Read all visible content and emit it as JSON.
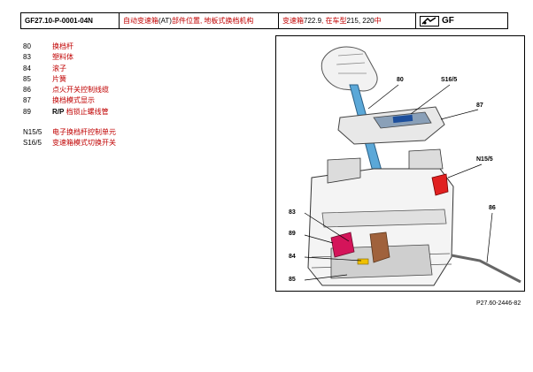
{
  "header": {
    "doc_id": "GF27.10-P-0001-04N",
    "title_pre": "自动变速箱",
    "title_at": "(AT)",
    "title_post": "部件位置, 地板式换档机构",
    "gearbox_pre": "变速箱 ",
    "gearbox_num": "722.9",
    "gearbox_mid": ", 在车型 ",
    "gearbox_models": "215, 220",
    "gearbox_post": " 中",
    "badge": "GF"
  },
  "legend": [
    {
      "num": "80",
      "label": "换档杆"
    },
    {
      "num": "83",
      "label": "塑料体"
    },
    {
      "num": "84",
      "label": "滚子"
    },
    {
      "num": "85",
      "label": "片簧"
    },
    {
      "num": "86",
      "label": "点火开关控制线缆"
    },
    {
      "num": "87",
      "label": "换档模式显示"
    },
    {
      "num": "89",
      "label_prefix": "R/P",
      "label": " 档锁止螺线管"
    },
    {
      "num": "N15/5",
      "label": "电子换档杆控制单元"
    },
    {
      "num": "S16/5",
      "label": "变速箱模式切换开关"
    }
  ],
  "figure": {
    "callouts": [
      "80",
      "S16/5",
      "87",
      "N15/5",
      "86",
      "83",
      "89",
      "84",
      "85"
    ],
    "reference": "P27.60-2446-82"
  },
  "colors": {
    "accent_red": "#c00000",
    "lever_blue": "#5ba8d8",
    "magenta": "#d4145a",
    "red_connector": "#e02020",
    "brown": "#a0623c",
    "yellow": "#f0c000"
  }
}
